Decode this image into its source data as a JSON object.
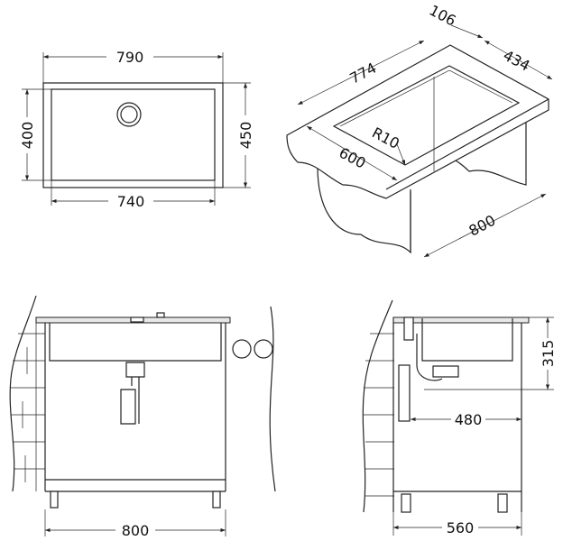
{
  "plan_view": {
    "top_width": "790",
    "bottom_width": "740",
    "left_height": "400",
    "right_height": "450"
  },
  "iso_view": {
    "flange": "106",
    "bowl_depth": "434",
    "bowl_length": "774",
    "radius": "R10",
    "worktop_depth": "600",
    "cabinet_width": "800"
  },
  "front_view": {
    "cabinet_width": "800"
  },
  "side_view": {
    "height": "315",
    "offset": "480",
    "cabinet_depth": "560"
  }
}
